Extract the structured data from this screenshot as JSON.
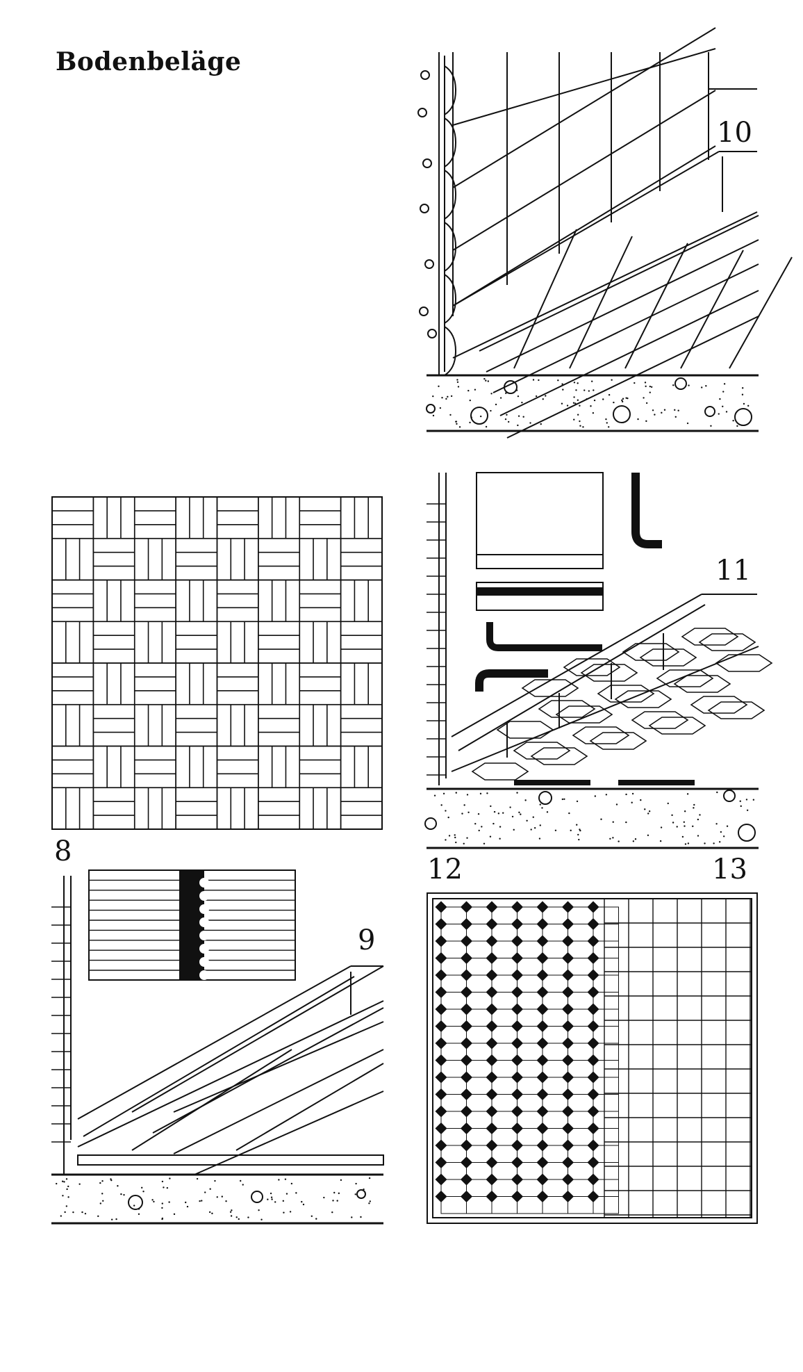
{
  "page": {
    "title": "Bodenbeläge"
  },
  "figures": [
    {
      "id": "fig8",
      "label": "8"
    },
    {
      "id": "fig9",
      "label": "9"
    },
    {
      "id": "fig10",
      "label": "10"
    },
    {
      "id": "fig11",
      "label": "11"
    },
    {
      "id": "fig12",
      "label": "12"
    },
    {
      "id": "fig13",
      "label": "13"
    }
  ],
  "colors": {
    "ink": "#111111",
    "paper": "#ffffff"
  }
}
